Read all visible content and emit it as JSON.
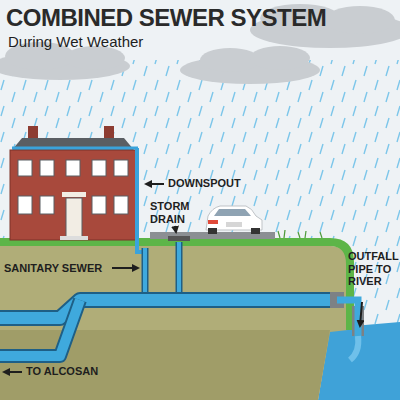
{
  "diagram": {
    "title": "COMBINED SEWER SYSTEM",
    "labels": [
      "During Wet Weather",
      "DOWNSPOUT",
      "STORM DRAIN",
      "SANITARY SEWER",
      "OUTFALL PIPE TO RIVER",
      "TO ALCOSAN"
    ]
  }
}
